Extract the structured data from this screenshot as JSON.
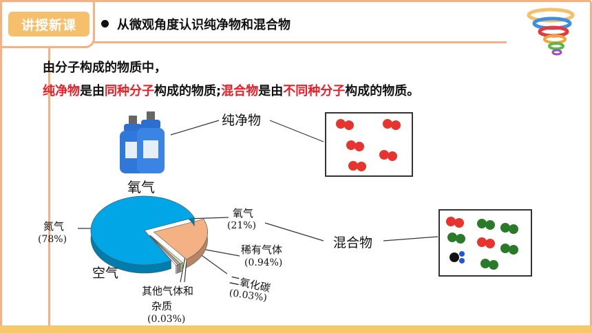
{
  "badge": {
    "label": "讲授新课"
  },
  "section": {
    "title": "从微观角度认识纯净物和混合物"
  },
  "intro": {
    "line1": "由分子构成的物质中，",
    "line2_parts": [
      {
        "text": "纯净物",
        "color": "#ee1c25"
      },
      {
        "text": "是由",
        "color": "#111111"
      },
      {
        "text": "同种分子",
        "color": "#ee1c25"
      },
      {
        "text": "构成的物质;",
        "color": "#111111"
      },
      {
        "text": "混合物",
        "color": "#ee1c25"
      },
      {
        "text": "是由",
        "color": "#111111"
      },
      {
        "text": "不同种分子",
        "color": "#ee1c25"
      },
      {
        "text": "构成的物质。",
        "color": "#111111"
      }
    ]
  },
  "labels": {
    "pure": "纯净物",
    "mixture": "混合物",
    "oxygen_cylinder": "氧气",
    "air": "空气"
  },
  "chart_data": {
    "type": "pie",
    "title": "",
    "slices": [
      {
        "name": "氮气",
        "display": "(78%)",
        "value": 78,
        "color": "#00a6e6"
      },
      {
        "name": "氧气",
        "display": "(21%)",
        "value": 21,
        "color": "#f4b183"
      },
      {
        "name": "稀有气体",
        "display": "(0.94%)",
        "value": 0.94,
        "color": "#c9e6a0"
      },
      {
        "name": "二氧化碳",
        "display": "(0.03%)",
        "value": 0.03,
        "color": "#f4b6c2"
      },
      {
        "name": "其他气体和杂质",
        "display": "(0.03%)",
        "value": 0.03,
        "color": "#ffffff"
      }
    ],
    "other_label_lines": [
      "其他气体和",
      "杂质"
    ]
  },
  "colors": {
    "accent": "#f4b183",
    "badge": "#f6bf6b",
    "red_molecule": "#e8342e",
    "green_molecule": "#2a7a2a"
  }
}
